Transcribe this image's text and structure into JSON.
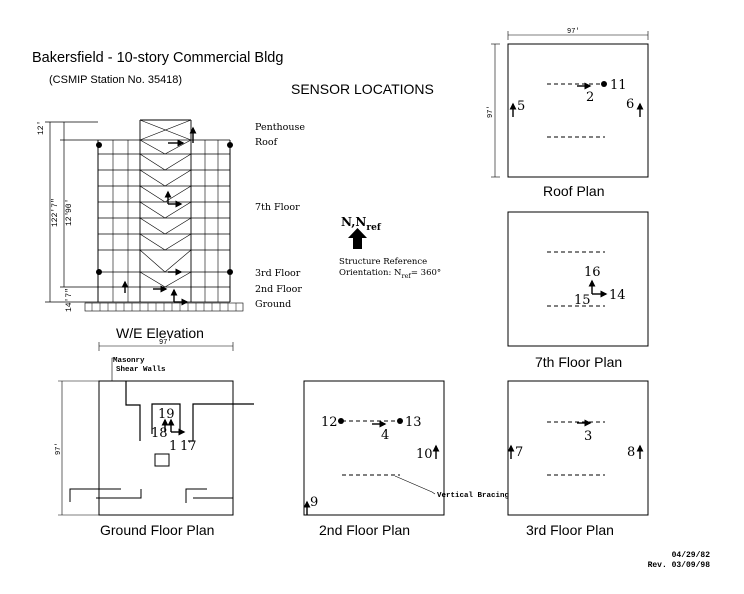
{
  "header": {
    "title": "Bakersfield - 10-story Commercial Bldg",
    "station": "(CSMIP Station No. 35418)",
    "section": "SENSOR LOCATIONS"
  },
  "elevation": {
    "caption": "W/E Elevation",
    "floor_labels": [
      "Penthouse",
      "Roof",
      "7th Floor",
      "3rd Floor",
      "2nd Floor",
      "Ground"
    ],
    "dimensions": [
      "12'",
      "90'",
      "122'7\"",
      "14'7\"",
      "12'"
    ]
  },
  "orientation": {
    "label_main": "N,N",
    "label_sub": "ref",
    "ref_line1": "Structure Reference",
    "ref_line2_a": "Orientation: N",
    "ref_line2_sub": "ref",
    "ref_line2_b": "= 360°"
  },
  "plans": {
    "roof": {
      "caption": "Roof Plan",
      "width": "97'",
      "depth": "97'",
      "sensors": [
        "11",
        "2",
        "5",
        "6"
      ]
    },
    "seventh": {
      "caption": "7th Floor Plan",
      "sensors": [
        "16",
        "15",
        "14"
      ]
    },
    "third": {
      "caption": "3rd Floor Plan",
      "sensors": [
        "3",
        "7",
        "8"
      ]
    },
    "second": {
      "caption": "2nd Floor Plan",
      "sensors": [
        "12",
        "13",
        "4",
        "10",
        "9"
      ],
      "note": "Vertical Bracing"
    },
    "ground": {
      "caption": "Ground Floor Plan",
      "width": "97'",
      "depth": "97'",
      "sensors": [
        "19",
        "18",
        "1",
        "17"
      ],
      "note_line1": "Masonry",
      "note_line2": "Shear Walls"
    }
  },
  "dates": {
    "date": "04/29/82",
    "rev": "Rev. 03/09/98"
  }
}
